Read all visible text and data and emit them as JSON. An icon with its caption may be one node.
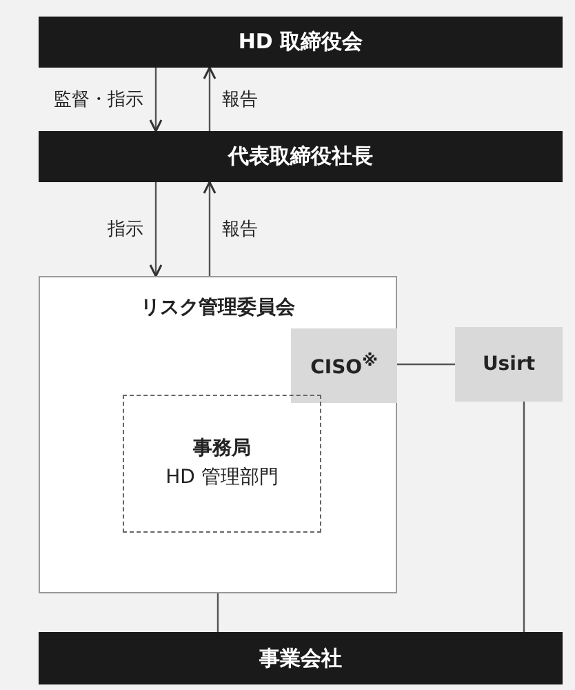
{
  "diagram": {
    "nodes": [
      {
        "text": [
          "HD 取締役会"
        ]
      },
      {
        "text": [
          "代表取締役社長"
        ]
      },
      {
        "text": [
          "リスク管理委員会"
        ]
      },
      {
        "text": [
          "CISO$^{※}$"
        ],
        "in": 2
      },
      {
        "text": [
          "Usirt"
        ]
      },
      {
        "text": [
          "事務局",
          "HD 管理部門"
        ],
        "in": 2
      },
      {
        "text": [
          "事業会社"
        ]
      }
    ],
    "edges": [
      {
        "from": 0,
        "to": 1,
        "arrow": "to",
        "label": "監督・指示"
      },
      {
        "from": 1,
        "to": 0,
        "arrow": "to",
        "label": "報告"
      },
      {
        "from": 1,
        "to": 2,
        "arrow": "to",
        "label": "指示"
      },
      {
        "from": 2,
        "to": 1,
        "arrow": "to",
        "label": "報告"
      },
      {
        "from": 3,
        "to": 4,
        "arrow": "none"
      },
      {
        "from": 2,
        "to": 6,
        "arrow": "none"
      },
      {
        "from": 4,
        "to": 6,
        "arrow": "none"
      }
    ]
  }
}
